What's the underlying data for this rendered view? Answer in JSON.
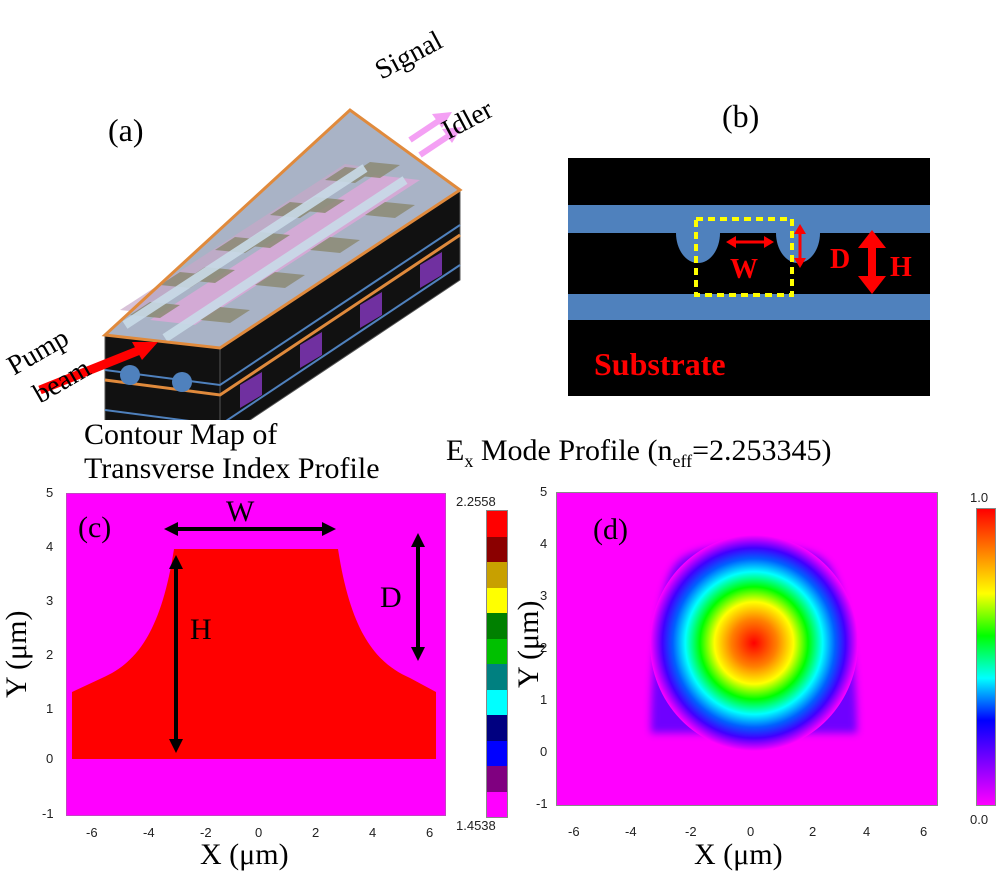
{
  "panel_a": {
    "label": "(a)",
    "signal": "Signal",
    "idler": "Idler",
    "pump_line1": "Pump",
    "pump_line2": "beam"
  },
  "panel_b": {
    "label": "(b)",
    "w": "W",
    "d": "D",
    "h": "H",
    "substrate": "Substrate",
    "colors": {
      "background": "#000000",
      "layer": "#4f81bd",
      "dim": "#ff0000",
      "box": "#ffff00"
    }
  },
  "panel_c": {
    "title_line1": "Contour Map of",
    "title_line2": "Transverse Index Profile",
    "label": "(c)",
    "w": "W",
    "h": "H",
    "d": "D",
    "xlabel": "X (μm)",
    "ylabel": "Y (μm)",
    "x_ticks": [
      "-6",
      "-4",
      "-2",
      "0",
      "2",
      "4",
      "6"
    ],
    "y_ticks": [
      "5",
      "4",
      "3",
      "2",
      "1",
      "0",
      "-1"
    ],
    "colorbar_max": "2.2558",
    "colorbar_min": "1.4538",
    "colors": {
      "background": "#ff00ff",
      "core": "#ff0000"
    }
  },
  "panel_d": {
    "title_main": "E",
    "title_sub": "x",
    "title_mid": " Mode Profile (n",
    "title_sub2": "eff",
    "title_end": "=2.253345)",
    "label": "(d)",
    "xlabel": "X (μm)",
    "ylabel": "Y (μm)",
    "x_ticks": [
      "-6",
      "-4",
      "-2",
      "0",
      "2",
      "4",
      "6"
    ],
    "y_ticks": [
      "5",
      "4",
      "3",
      "2",
      "1",
      "0",
      "-1"
    ],
    "colorbar_max": "1.0",
    "colorbar_min": "0.0"
  }
}
